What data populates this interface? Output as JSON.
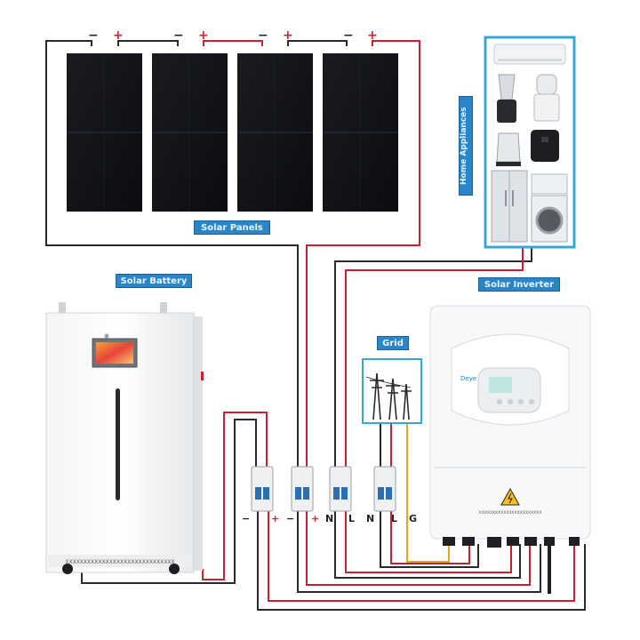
{
  "labels": {
    "solar_panels": "Solar Panels",
    "solar_battery": "Solar Battery",
    "solar_inverter": "Solar Inverter",
    "grid": "Grid",
    "home_appliances": "Home Appliances"
  },
  "panel_polarity": {
    "negative": "−",
    "positive": "+"
  },
  "breaker_terminals": [
    "−",
    "+",
    "−",
    "+",
    "N",
    "L",
    "N",
    "L",
    "G"
  ],
  "colors": {
    "positive_wire": "#c8202c",
    "negative_wire": "#2a2a2a",
    "ground_wire": "#e8a321",
    "label_bg": "#2a86c8",
    "appliance_frame": "#37a6d8"
  }
}
